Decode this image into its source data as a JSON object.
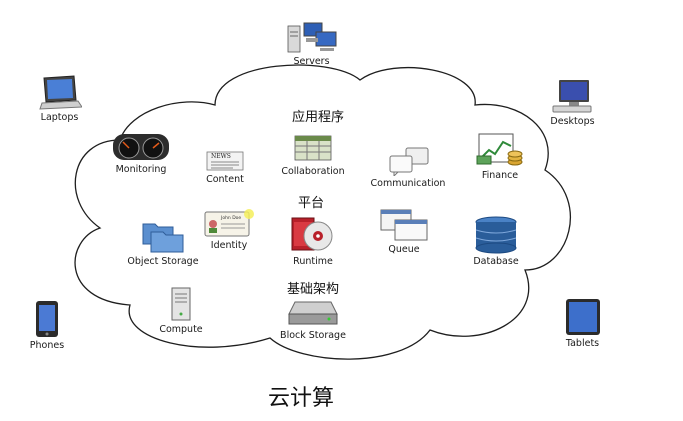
{
  "title": "云计算",
  "layers": {
    "application": "应用程序",
    "platform": "平台",
    "infrastructure": "基础架构"
  },
  "devices": {
    "servers": "Servers",
    "laptops": "Laptops",
    "desktops": "Desktops",
    "phones": "Phones",
    "tablets": "Tablets"
  },
  "application_items": {
    "monitoring": "Monitoring",
    "content": "Content",
    "collaboration": "Collaboration",
    "communication": "Communication",
    "finance": "Finance"
  },
  "platform_items": {
    "object_storage": "Object Storage",
    "identity": "Identity",
    "runtime": "Runtime",
    "queue": "Queue",
    "database": "Database"
  },
  "infrastructure_items": {
    "compute": "Compute",
    "block_storage": "Block Storage"
  },
  "content_badge": "NEWS",
  "identity_badge": "John Doe",
  "colors": {
    "cloud_stroke": "#1e1e1e",
    "database_blue": "#2a5d9a",
    "runtime_red": "#b8202a"
  }
}
